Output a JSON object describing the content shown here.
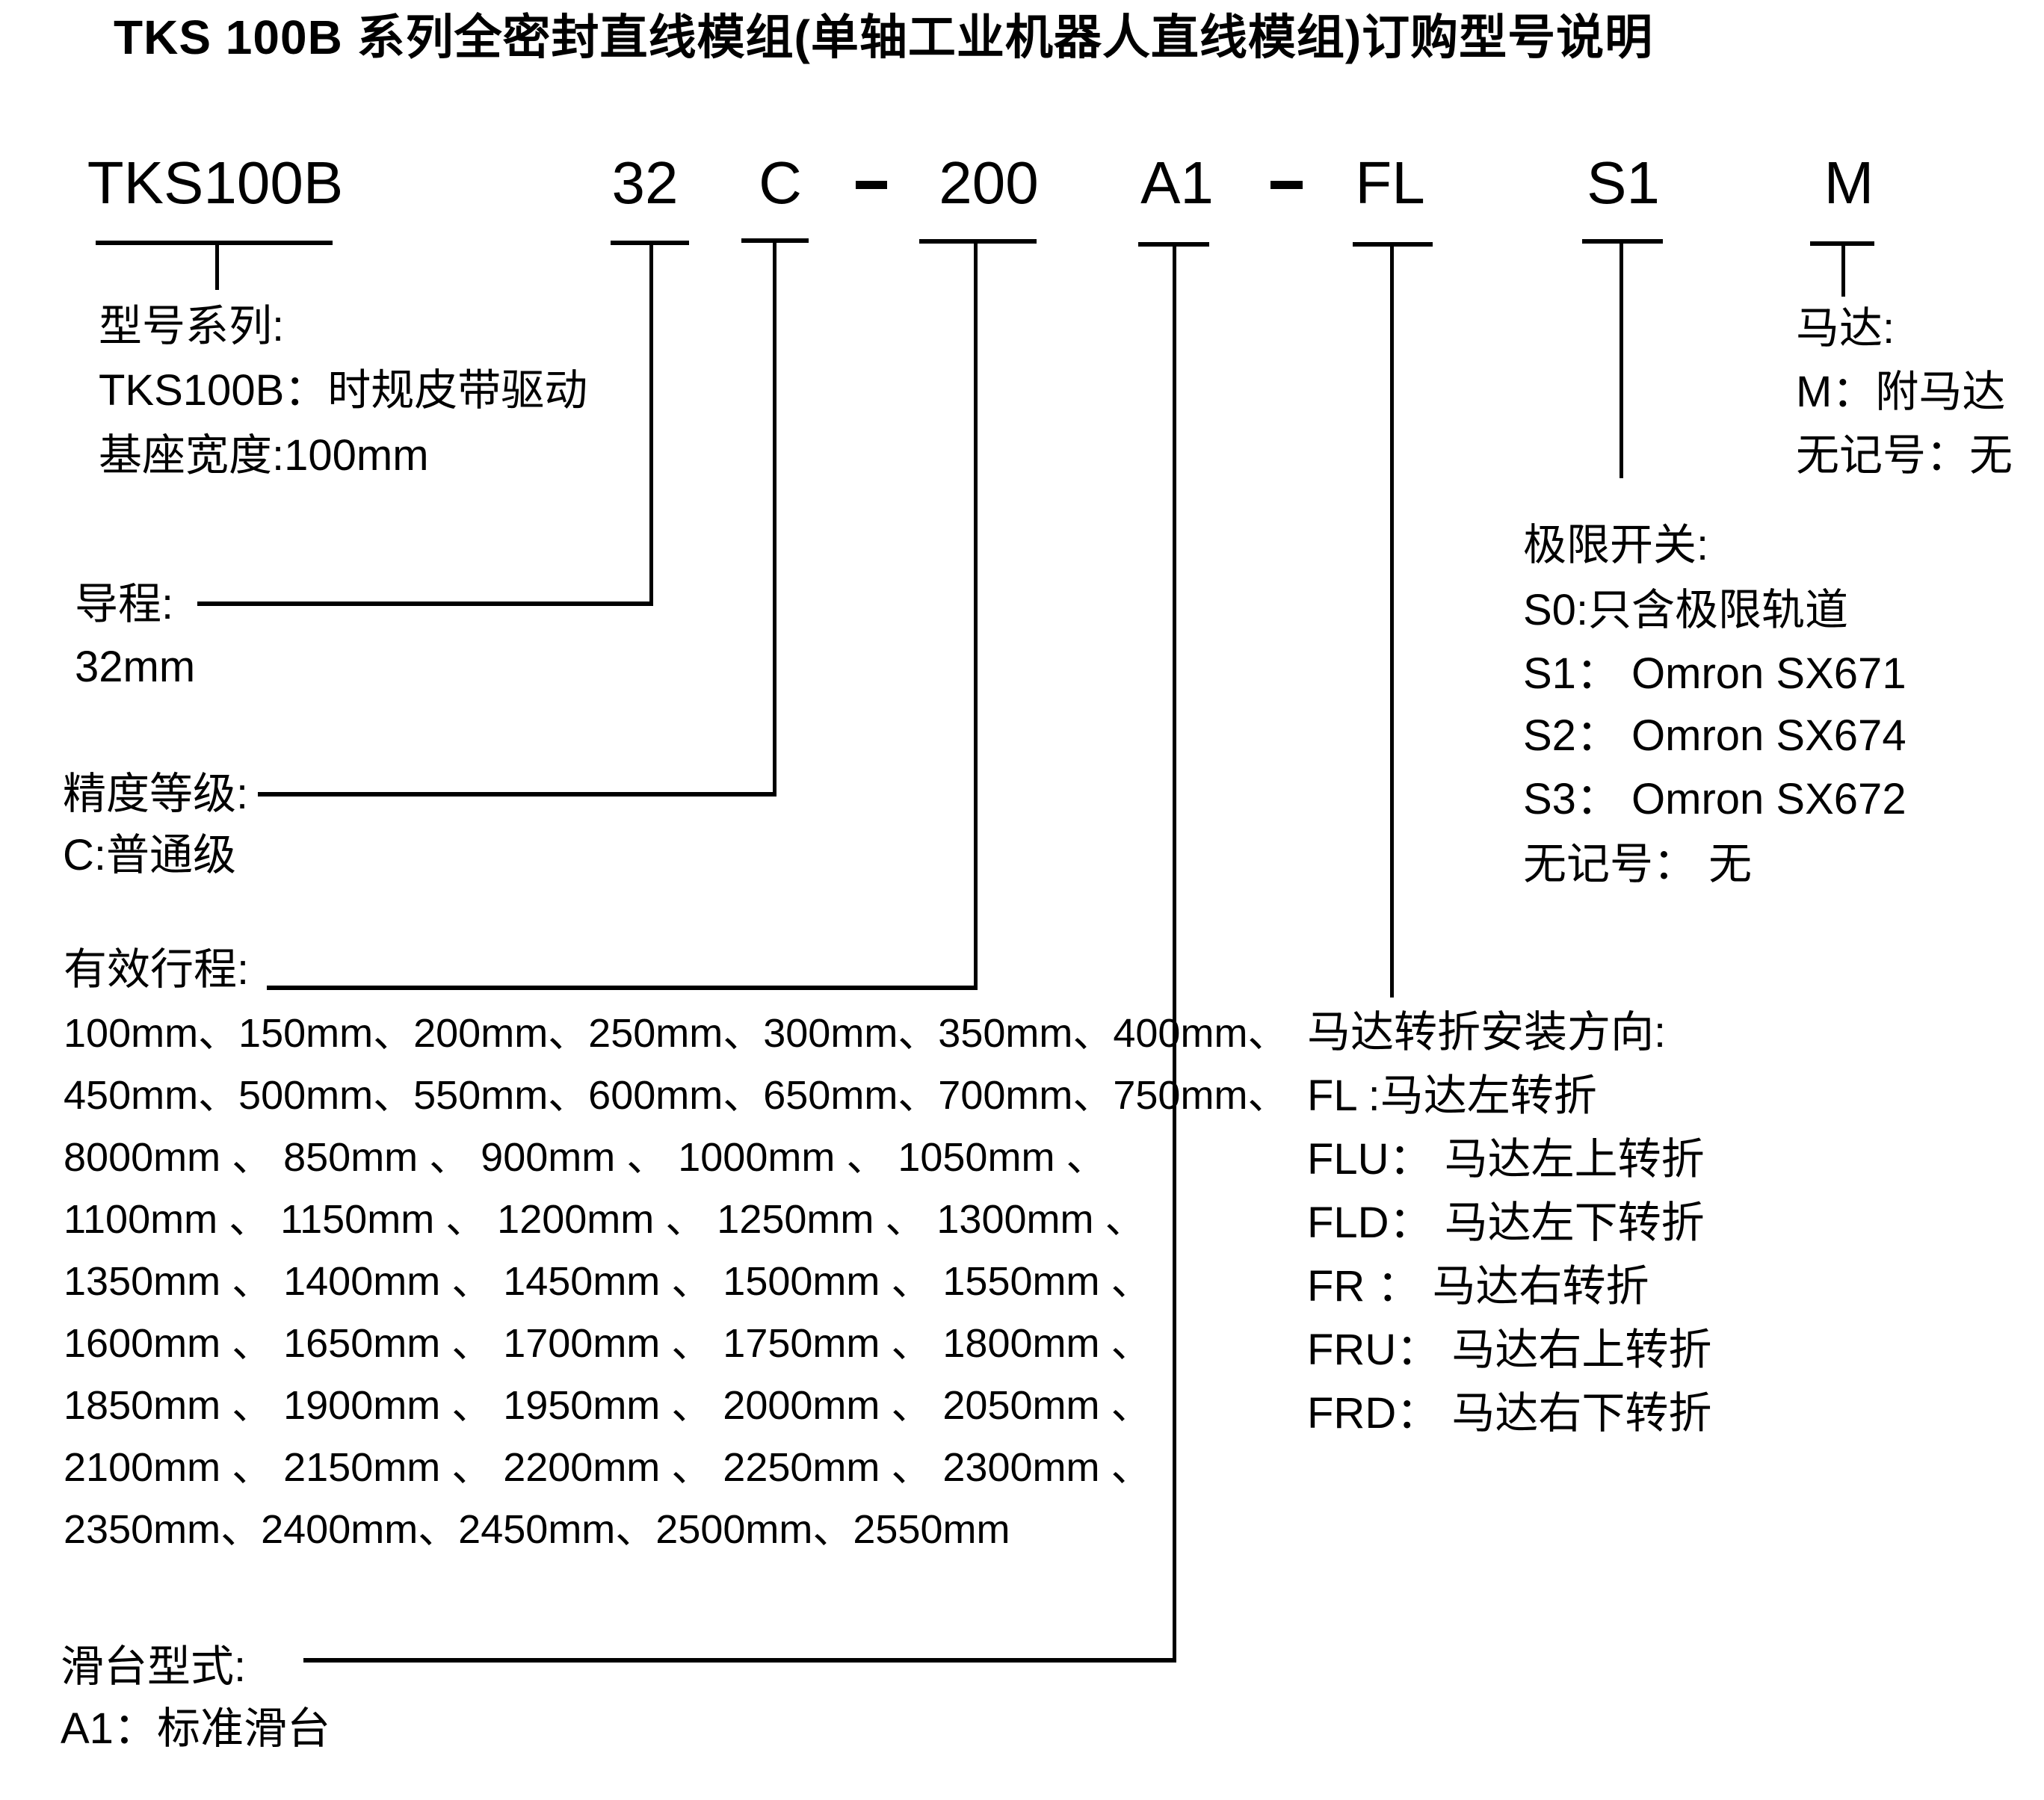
{
  "title": "TKS 100B  系列全密封直线模组(单轴工业机器人直线模组)订购型号说明",
  "colors": {
    "text": "#000000",
    "background": "#ffffff"
  },
  "model_code": {
    "segments": {
      "series": "TKS100B",
      "lead": "32",
      "accuracy": "C",
      "separator1": "–",
      "stroke": "200",
      "slider": "A1",
      "separator2": "–",
      "motor_direction": "FL",
      "limit_switch": "S1",
      "motor": "M"
    }
  },
  "blocks": {
    "series": {
      "heading": "型号系列:",
      "lines": [
        "TKS100B：时规皮带驱动",
        "基座宽度:100mm"
      ]
    },
    "lead": {
      "heading": "导程:",
      "lines": [
        "32mm"
      ]
    },
    "accuracy": {
      "heading": "精度等级:",
      "lines": [
        "C:普通级"
      ]
    },
    "stroke": {
      "heading": "有效行程:",
      "lines": [
        "100mm、150mm、200mm、250mm、300mm、350mm、400mm、",
        "450mm、500mm、550mm、600mm、650mm、700mm、750mm、",
        "8000mm 、 850mm 、 900mm 、 1000mm 、 1050mm 、",
        "1100mm 、 1150mm 、 1200mm 、 1250mm 、 1300mm 、",
        "1350mm 、 1400mm 、 1450mm 、 1500mm 、 1550mm 、",
        "1600mm 、 1650mm 、 1700mm 、 1750mm 、 1800mm 、",
        "1850mm 、 1900mm 、 1950mm 、 2000mm 、 2050mm 、",
        "2100mm 、 2150mm 、 2200mm 、 2250mm 、 2300mm 、",
        "2350mm、2400mm、2450mm、2500mm、2550mm"
      ]
    },
    "slider": {
      "heading": "滑台型式:",
      "lines": [
        "A1：标准滑台"
      ]
    },
    "motor_direction": {
      "heading": "马达转折安装方向:",
      "lines": [
        "FL :马达左转折",
        "FLU： 马达左上转折",
        "FLD： 马达左下转折",
        "FR ： 马达右转折",
        "FRU： 马达右上转折",
        "FRD： 马达右下转折"
      ]
    },
    "limit_switch": {
      "heading": "极限开关:",
      "lines": [
        "S0:只含极限轨道",
        "S1： Omron SX671",
        "S2： Omron SX674",
        "S3： Omron SX672",
        "无记号： 无"
      ]
    },
    "motor": {
      "heading": "马达:",
      "lines": [
        "M：附马达",
        "无记号：无"
      ]
    }
  }
}
